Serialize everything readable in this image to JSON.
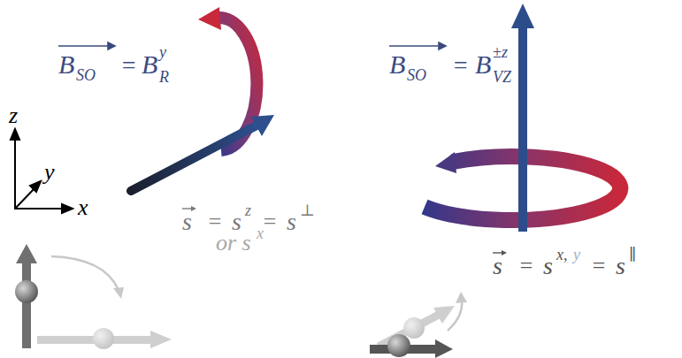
{
  "diagram": {
    "labels": [
      "B",
      "SO",
      "=",
      "B",
      "y",
      "R",
      "B",
      "SO",
      "=",
      "B",
      "±z",
      "VZ",
      "z",
      "y",
      "x",
      "s",
      "=",
      "s",
      "z",
      "=",
      "s",
      "⊥",
      "or s",
      "x",
      "s",
      "=",
      "s",
      "x,",
      "y",
      "=",
      "s",
      "∥"
    ]
  }
}
